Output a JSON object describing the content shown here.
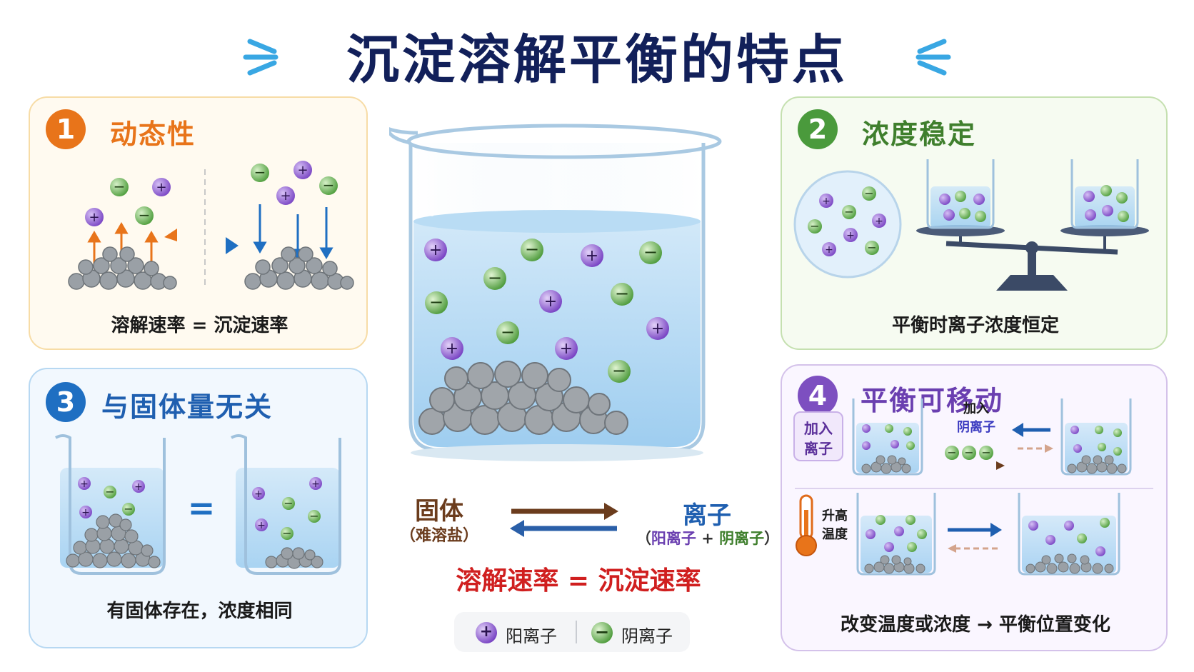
{
  "title": "沉淀溶解平衡的特点",
  "colors": {
    "navy": "#12205a",
    "orange": "#e8741a",
    "green": "#4a9a3c",
    "blue": "#1f6fc2",
    "purple": "#7d4fc0",
    "red": "#d01f1f",
    "brown": "#6b3c1d",
    "cation": "#8c5bd1",
    "anion": "#6cb55a"
  },
  "panel1": {
    "number": "1",
    "title": "动态性",
    "caption": "溶解速率 = 沉淀速率"
  },
  "panel2": {
    "number": "2",
    "title": "浓度稳定",
    "caption": "平衡时离子浓度恒定"
  },
  "panel3": {
    "number": "3",
    "title": "与固体量无关",
    "equals": "=",
    "caption": "有固体存在，浓度相同"
  },
  "panel4": {
    "number": "4",
    "title": "平衡可移动",
    "add_ions_line1": "加入",
    "add_ions_line2": "离子",
    "add_anion_line1": "加入",
    "add_anion_line2": "阴离子",
    "heat_line1": "升高",
    "heat_line2": "温度",
    "caption": "改变温度或浓度 → 平衡位置变化"
  },
  "center": {
    "solid_label": "固体",
    "solid_sub": "（难溶盐）",
    "ion_label": "离子",
    "ion_sub_open": "（",
    "ion_sub_cation": "阳离子",
    "ion_sub_plus": " + ",
    "ion_sub_anion": "阴离子",
    "ion_sub_close": "）",
    "rate_equation": "溶解速率 = 沉淀速率"
  },
  "legend": {
    "cation_symbol": "+",
    "cation_label": "阳离子",
    "anion_symbol": "−",
    "anion_label": "阴离子"
  },
  "icons": [
    "cation-icon",
    "anion-icon",
    "beaker-icon",
    "balance-scale-icon",
    "thermometer-icon",
    "solid-pile-icon",
    "equilibrium-arrow-icon",
    "magnifier-circle-icon"
  ]
}
